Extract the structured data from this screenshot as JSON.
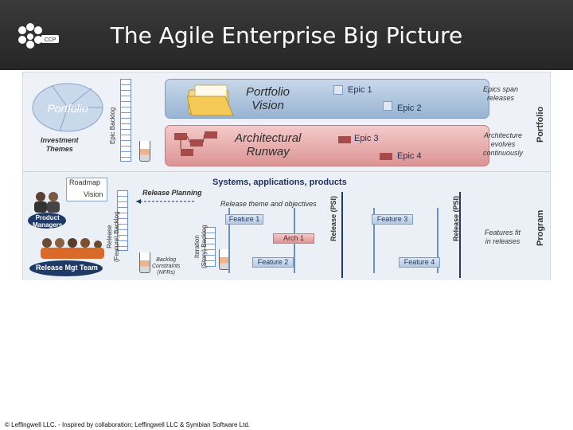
{
  "header": {
    "title": "The Agile Enterprise Big Picture",
    "logo_text": "CCP"
  },
  "diagram": {
    "portfolio_vision": "Portfolio\nVision",
    "architectural_runway": "Architectural\nRunway",
    "epics": [
      "Epic 1",
      "Epic 2",
      "Epic 3",
      "Epic 4"
    ],
    "investment_themes": "Investment\nThemes",
    "portfolio_pie_text": "Portfolio",
    "epic_backlog": "Epic Backlog",
    "epics_span": "Epics span\nreleases",
    "architecture_evolves": "Architecture\nevolves\ncontinuously",
    "portfolio_side": "Portfolio",
    "program_side": "Program",
    "roadmap": "Roadmap",
    "vision": "Vision",
    "product_managers": "Product\nManagers",
    "release_mgt_team": "Release Mgt Team",
    "release_planning": "Release Planning",
    "systems_title": "Systems, applications, products",
    "release_theme": "Release theme and objectives",
    "release_feature_backlog": "Release\n(Feature) Backlog",
    "iteration_backlog": "Iteration\n(Story) Backlog",
    "backlog_constraints": "Backlog\nConstraints\n(NFRs)",
    "release_psi_1": "Release (PSI)",
    "release_psi_2": "Release (PSI)",
    "features": [
      "Feature 1",
      "Feature 2",
      "Feature 3",
      "Feature 4"
    ],
    "arch1": "Arch 1",
    "features_fit": "Features fit\nin releases"
  },
  "footer": "© Leffingwell LLC. - Inspired by collaboration; Leffingwell LLC & Symbian Software Ltd."
}
